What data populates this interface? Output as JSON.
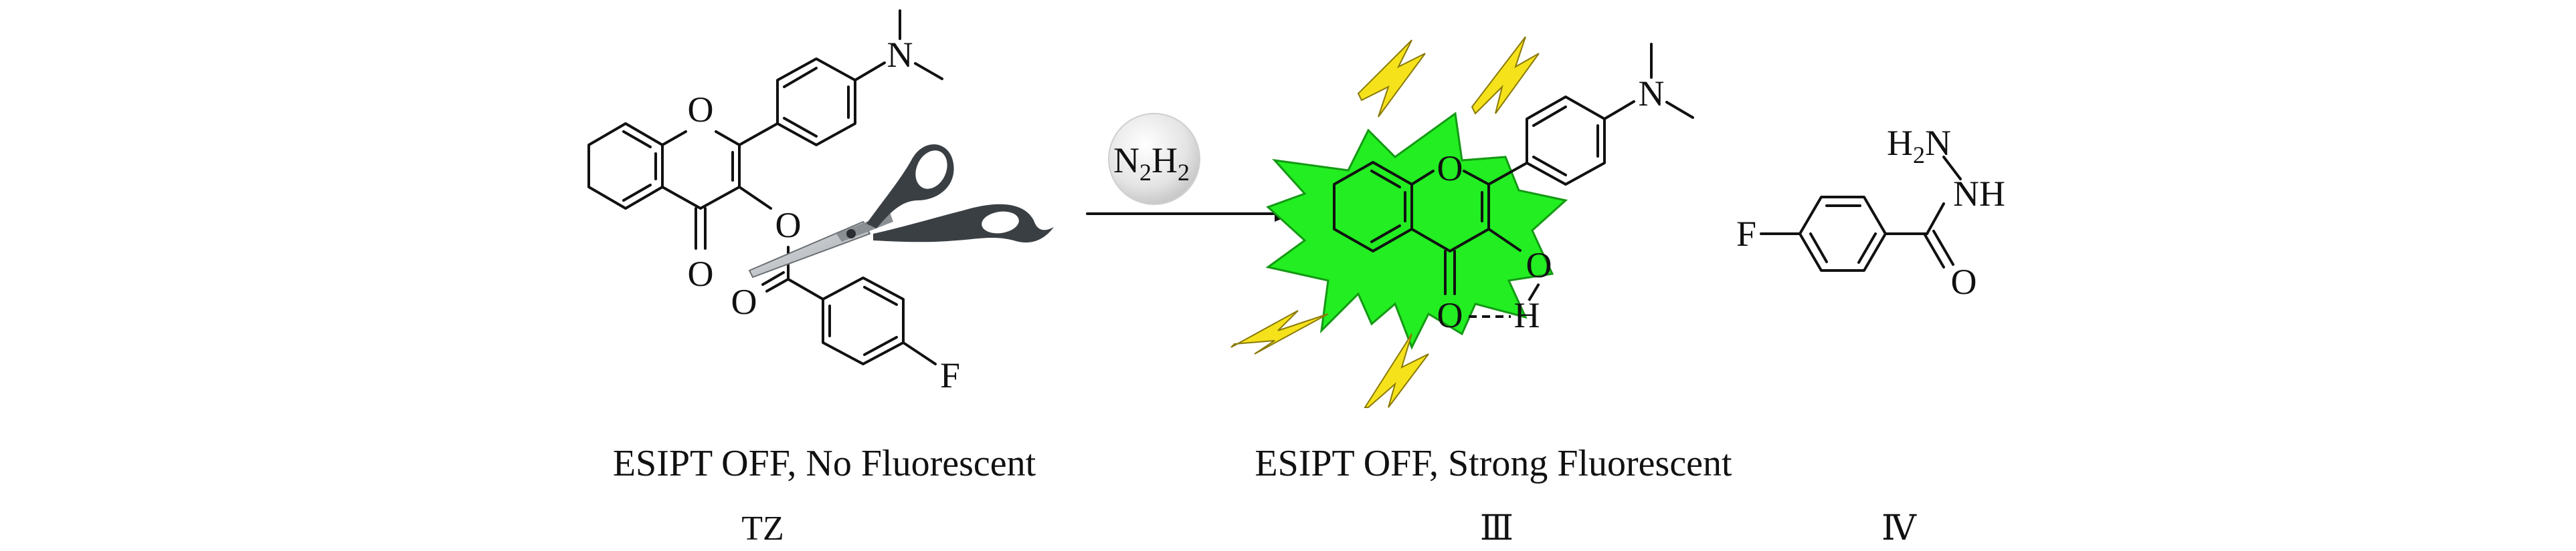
{
  "reagent": {
    "n": "N",
    "sub2a": "2",
    "h": "H",
    "sub2b": "2"
  },
  "captions": {
    "left": "ESIPT OFF, No Fluorescent",
    "middle": "ESIPT OFF, Strong Fluorescent"
  },
  "labels": {
    "tz": "TZ",
    "iii": "Ⅲ",
    "iv": "Ⅳ"
  },
  "atoms": {
    "o": "O",
    "n": "N",
    "f": "F",
    "h": "H",
    "nh": "NH",
    "h2n_h": "H",
    "h2n_sub": "2",
    "h2n_n": "N"
  },
  "colors": {
    "burst": "#22ee22",
    "lightning": "#f5e21b",
    "scissors_handle": "#3a3f44",
    "scissors_blade": "#b8bcc0",
    "sphere": "#e6e6e6"
  }
}
